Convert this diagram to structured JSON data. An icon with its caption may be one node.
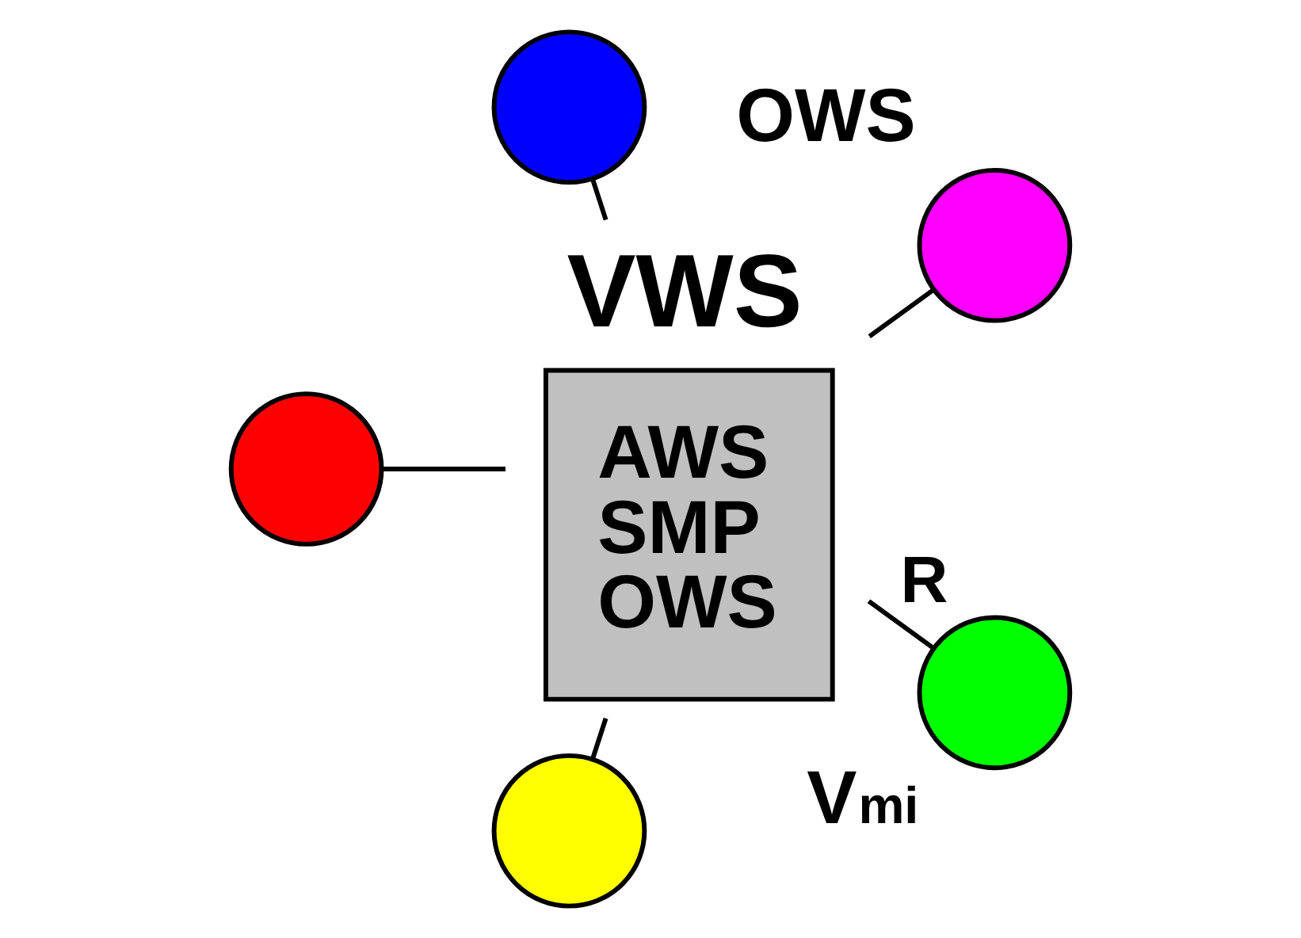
{
  "diagram": {
    "nodes": [
      {
        "text": [],
        "shape": "circle",
        "beside": [
          "OWS"
        ]
      },
      {
        "text": [],
        "shape": "circle",
        "beside": [
          "V$_{mi}$"
        ]
      },
      {
        "text": [
          "VWS",
          "AWS SMP OWS"
        ]
      },
      {
        "text": [],
        "shape": "circle"
      },
      {
        "text": [],
        "shape": "circle"
      },
      {
        "text": [],
        "shape": "circle"
      }
    ],
    "edges": [
      {
        "from": 2,
        "to": 0,
        "arrow": "none"
      },
      {
        "from": 1,
        "to": 2,
        "arrow": "none",
        "label": "R"
      },
      {
        "from": 2,
        "to": 3,
        "arrow": "none"
      },
      {
        "from": 2,
        "to": 4,
        "arrow": "none"
      },
      {
        "from": 2,
        "to": 5,
        "arrow": "none"
      }
    ]
  }
}
